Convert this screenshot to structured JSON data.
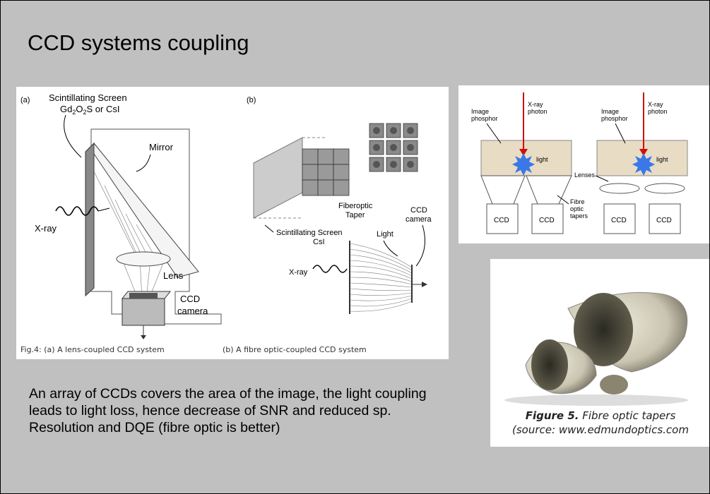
{
  "slide": {
    "title": "CCD systems coupling",
    "body_text": "An array of CCDs covers the area of the image, the light coupling leads to light loss, hence decrease of SNR and reduced sp. Resolution and DQE (fibre optic is better)"
  },
  "fig4": {
    "panel_a_label": "(a)",
    "panel_b_label": "(b)",
    "screen_label": "Scintillating Screen",
    "screen_material_a": "Gd",
    "screen_material_b": "O",
    "screen_material_c": "S or CsI",
    "sub2": "2",
    "mirror_label": "Mirror",
    "xray_label_a": "X-ray",
    "lens_label": "Lens",
    "ccd_label": "CCD",
    "camera_label": "camera",
    "fiberoptic_label": "Fiberoptic",
    "taper_label": "Taper",
    "ccd_camera_b_1": "CCD",
    "ccd_camera_b_2": "camera",
    "scint_b_1": "Scintillating Screen",
    "scint_b_2": "CsI",
    "light_label": "Light",
    "xray_label_b": "X-ray",
    "caption_a": "Fig.4: (a) A lens-coupled CCD system",
    "caption_b": "(b) A fibre optic-coupled CCD system"
  },
  "fig_taper": {
    "image_phosphor_1": "Image",
    "image_phosphor_2": "phosphor",
    "xray_photon_1": "X-ray",
    "xray_photon_2": "photon",
    "light_label": "light",
    "lenses_label": "Lenses",
    "fibre_1": "Fibre",
    "fibre_2": "optic",
    "fibre_3": "tapers",
    "ccd_label": "CCD"
  },
  "fig5": {
    "caption_bold": "Figure 5.",
    "caption_rest": " Fibre optic tapers",
    "source": "(source: www.edmundoptics.com"
  },
  "colors": {
    "background": "#c0c0c0",
    "phosphor": "#e8dcc4",
    "xray_arrow": "#cc1010",
    "light_star": "#3a78e8"
  }
}
